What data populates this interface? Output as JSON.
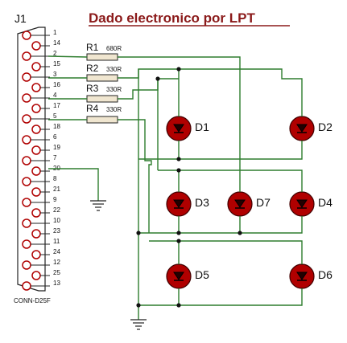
{
  "title": "Dado electronico por LPT",
  "connector": {
    "ref": "J1",
    "part": "CONN-D25F",
    "left_pins": [
      "1",
      "14",
      "2",
      "15",
      "3",
      "16",
      "4",
      "17",
      "5",
      "18",
      "6",
      "19",
      "7",
      "20",
      "8",
      "21",
      "9",
      "22",
      "10",
      "23",
      "11",
      "24",
      "12",
      "25",
      "13"
    ]
  },
  "resistors": [
    {
      "ref": "R1",
      "value": "680R"
    },
    {
      "ref": "R2",
      "value": "330R"
    },
    {
      "ref": "R3",
      "value": "330R"
    },
    {
      "ref": "R4",
      "value": "330R"
    }
  ],
  "leds": [
    {
      "ref": "D1"
    },
    {
      "ref": "D2"
    },
    {
      "ref": "D3"
    },
    {
      "ref": "D7"
    },
    {
      "ref": "D4"
    },
    {
      "ref": "D5"
    },
    {
      "ref": "D6"
    }
  ],
  "colors": {
    "wire": "#2e7d2e",
    "led_fill": "#b00000",
    "title": "#8b1a1a",
    "resistor_fill": "#f0e6d0",
    "pin_circle": "#b00000"
  }
}
